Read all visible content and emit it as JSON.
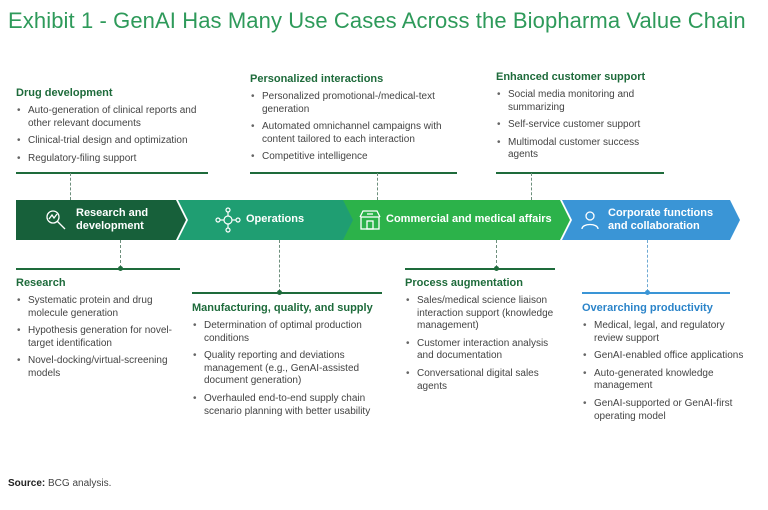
{
  "title": "Exhibit 1 - GenAI Has Many Use Cases Across the Biopharma Value Chain",
  "chain": [
    {
      "label_line1": "Research and",
      "label_line2": "development",
      "color": "#17603a",
      "icon": "microscope-icon"
    },
    {
      "label_line1": "Operations",
      "color": "#1f9e72",
      "icon": "network-gear-icon"
    },
    {
      "label_line1": "Commercial and medical affairs",
      "color": "#2cb24a",
      "icon": "storefront-icon"
    },
    {
      "label_line1": "Corporate functions",
      "label_line2": "and collaboration",
      "color": "#3a95d6",
      "icon": "people-icon"
    }
  ],
  "top": {
    "drug_development": {
      "heading": "Drug development",
      "items": [
        "Auto-generation of clinical reports and other relevant documents",
        "Clinical-trial design and optimization",
        "Regulatory-filing support"
      ]
    },
    "personalized": {
      "heading": "Personalized interactions",
      "items": [
        "Personalized promotional-/medical-text generation",
        "Automated omnichannel campaigns with content tailored to each interaction",
        "Competitive intelligence"
      ]
    },
    "customer_support": {
      "heading": "Enhanced customer support",
      "items": [
        "Social media monitoring and summarizing",
        "Self-service customer support",
        "Multimodal customer success agents"
      ]
    }
  },
  "bottom": {
    "research": {
      "heading": "Research",
      "items": [
        "Systematic protein and drug molecule generation",
        "Hypothesis generation for novel-target identification",
        "Novel-docking/virtual-screening models"
      ]
    },
    "manufacturing": {
      "heading": "Manufacturing, quality, and supply",
      "items": [
        "Determination of optimal production conditions",
        "Quality reporting and deviations management (e.g., GenAI-assisted document generation)",
        "Overhauled end-to-end supply chain scenario planning with better usability"
      ]
    },
    "process": {
      "heading": "Process augmentation",
      "items": [
        "Sales/medical science liaison interaction support (knowledge management)",
        "Customer interaction analysis and documentation",
        "Conversational digital sales agents"
      ]
    },
    "overarching": {
      "heading": "Overarching productivity",
      "items": [
        "Medical, legal, and regulatory review support",
        "GenAI-enabled office applications",
        "Auto-generated knowledge management",
        "GenAI-supported or GenAI-first operating model"
      ]
    }
  },
  "source": {
    "label": "Source:",
    "text": "BCG analysis."
  }
}
